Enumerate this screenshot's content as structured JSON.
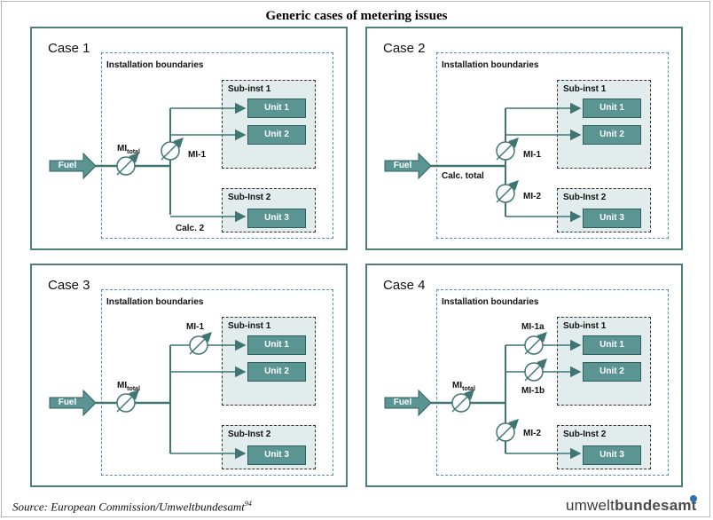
{
  "title": "Generic cases of metering issues",
  "source": "Source: European Commission/Umweltbundesamt",
  "source_sup": "94",
  "logo": {
    "part1": "umwelt",
    "part2": "bundesamt"
  },
  "common": {
    "installation_boundaries": "Installation boundaries",
    "fuel": "Fuel",
    "unit1": "Unit 1",
    "unit2": "Unit 2",
    "unit3": "Unit 3",
    "sub_inst_1": "Sub-inst 1",
    "sub_inst_2": "Sub-Inst 2",
    "mi_total_main": "MI",
    "mi_total_sub": "total"
  },
  "cases": [
    {
      "label": "Case 1",
      "meters": [
        "MI-1"
      ],
      "calc": "Calc. 2"
    },
    {
      "label": "Case 2",
      "meters": [
        "MI-1",
        "MI-2"
      ],
      "calc": "Calc. total"
    },
    {
      "label": "Case 3",
      "meters": [
        "MI-1"
      ]
    },
    {
      "label": "Case 4",
      "meters": [
        "MI-1a",
        "MI-1b",
        "MI-2"
      ]
    }
  ],
  "colors": {
    "teal": "#5a9593",
    "line": "#3f7674",
    "boundary": "#4a8fc6",
    "sub_bg": "#e3ecec"
  }
}
